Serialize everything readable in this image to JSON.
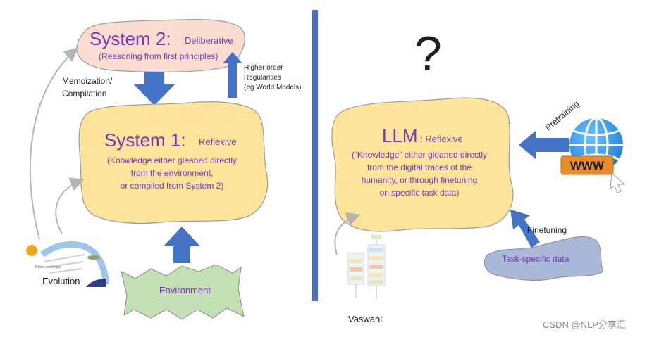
{
  "colors": {
    "purple_text": "#7a35b8",
    "cloud_yellow": "#fde49a",
    "system2_pink": "#f8ddd0",
    "env_green": "#c2e0b3",
    "task_blue": "#aab8da",
    "arrow_blue": "#4472c4",
    "divider_blue": "#4a6fc1"
  },
  "left": {
    "system2": {
      "title": "System 2:",
      "subtitle": "Deliberative",
      "note": "(Reasoning from first principles)"
    },
    "memoization_line1": "Memoization/",
    "memoization_line2": "Compilation",
    "higher_order": [
      "Higher order",
      "Regularities",
      "(eg World Models)"
    ],
    "system1": {
      "title": "System 1:",
      "subtitle": "Reflexive",
      "lines": [
        "(Knowledge either gleaned directly",
        "from the environment,",
        "or compiled from System 2)"
      ]
    },
    "environment": "Environment",
    "evolution": "Evolution",
    "evolution_image_caption": "Billion years ago"
  },
  "right": {
    "question_mark": "?",
    "llm": {
      "title": "LLM",
      "subtitle": ": Reflexive",
      "lines": [
        "(“Knowledge” either gleaned directly",
        "from the digital traces of the",
        "humanity, or through finetuning",
        "on specific task data)"
      ]
    },
    "pretraining": "Pretraining",
    "www": "WWW",
    "finetuning": "Finetuning",
    "task_data": "Task-specific data",
    "vaswani": "Vaswani"
  },
  "watermark": "CSDN @NLP分享汇"
}
